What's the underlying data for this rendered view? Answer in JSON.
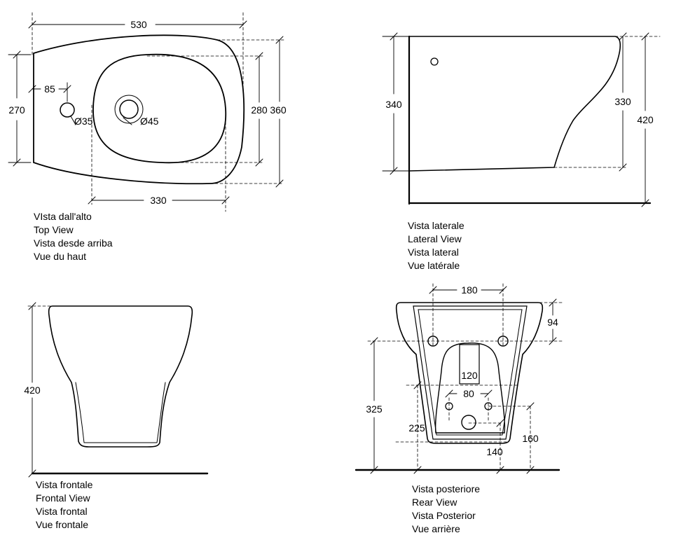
{
  "views": {
    "top": {
      "captions": [
        "VIsta dall'alto",
        "Top View",
        "Vista desde arriba",
        "Vue du haut"
      ],
      "dims": {
        "length": "530",
        "width_left": "270",
        "inner_height": "280",
        "total_height": "360",
        "hole_offset": "85",
        "hole_small": "Ø35",
        "hole_large": "Ø45",
        "bowl_length": "330"
      }
    },
    "lateral": {
      "captions": [
        "Vista laterale",
        "Lateral View",
        "Vista lateral",
        "Vue latérale"
      ],
      "dims": {
        "left_height": "340",
        "rim_height": "330",
        "total_height": "420"
      }
    },
    "front": {
      "captions": [
        "Vista frontale",
        "Frontal View",
        "Vista frontal",
        "Vue frontale"
      ],
      "dims": {
        "height": "420"
      }
    },
    "rear": {
      "captions": [
        "Vista posteriore",
        "Rear View",
        "Vista Posterior",
        "Vue arrière"
      ],
      "dims": {
        "fix_spacing": "180",
        "fix_depth": "94",
        "inlet_width": "120",
        "inlet_spacing": "80",
        "fix_height": "325",
        "inlet_height": "225",
        "drain_offset": "140",
        "drain_height": "160"
      }
    }
  },
  "colors": {
    "line": "#000000",
    "background": "#ffffff"
  }
}
